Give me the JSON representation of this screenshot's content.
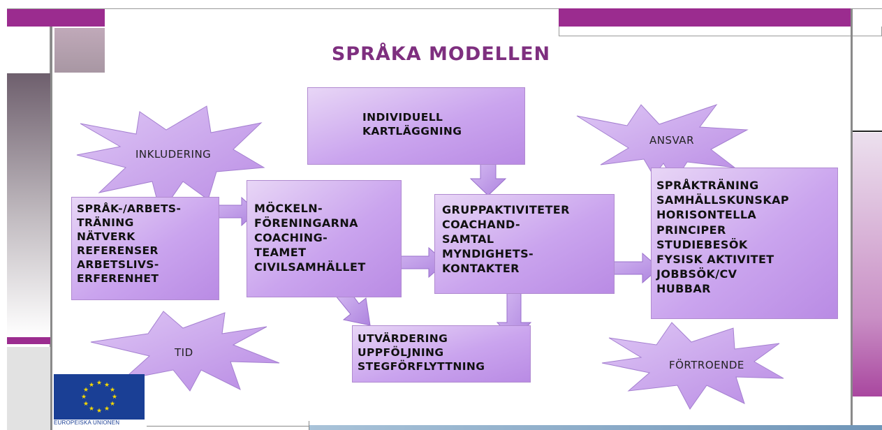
{
  "title": "SPRÅKA MODELLEN",
  "colors": {
    "accent_purple": "#9b2c8f",
    "title_purple": "#7e2f7f",
    "box_fill": "#caa4ee",
    "star_fill": "#c9a2ec"
  },
  "boxes": {
    "kartlaggning": "INDIVIDUELL\nKARTLÄGGNING",
    "sprak": "SPRÅK-/ARBETS-\nTRÄNING\nNÄTVERK\nREFERENSER\nARBETSLIVS-\nERFERENHET",
    "mockeln": "MÖCKELN-\nFÖRENINGARNA\nCOACHING-\nTEAMET\nCIVILSAMHÄLLET",
    "grupp": "GRUPPAKTIVITETER\nCOACHAND-\nSAMTAL\nMYNDIGHETS-\nKONTAKTER",
    "sprakträning": "SPRÅKTRÄNING\nSAMHÄLLSKUNSKAP\nHORISONTELLA\nPRINCIPER\nSTUDIEBESÖK\nFYSISK AKTIVITET\nJOBBSÖK/CV\nHUBBAR",
    "utvardering": "UTVÄRDERING\nUPPFÖLJNING\nSTEGFÖRFLYTTNING"
  },
  "stars": {
    "inkludering": "INKLUDERING",
    "ansvar": "ANSVAR",
    "tid": "TID",
    "fortroende": "FÖRTROENDE"
  },
  "logo": {
    "caption": "EUROPEISKA UNIONEN"
  }
}
